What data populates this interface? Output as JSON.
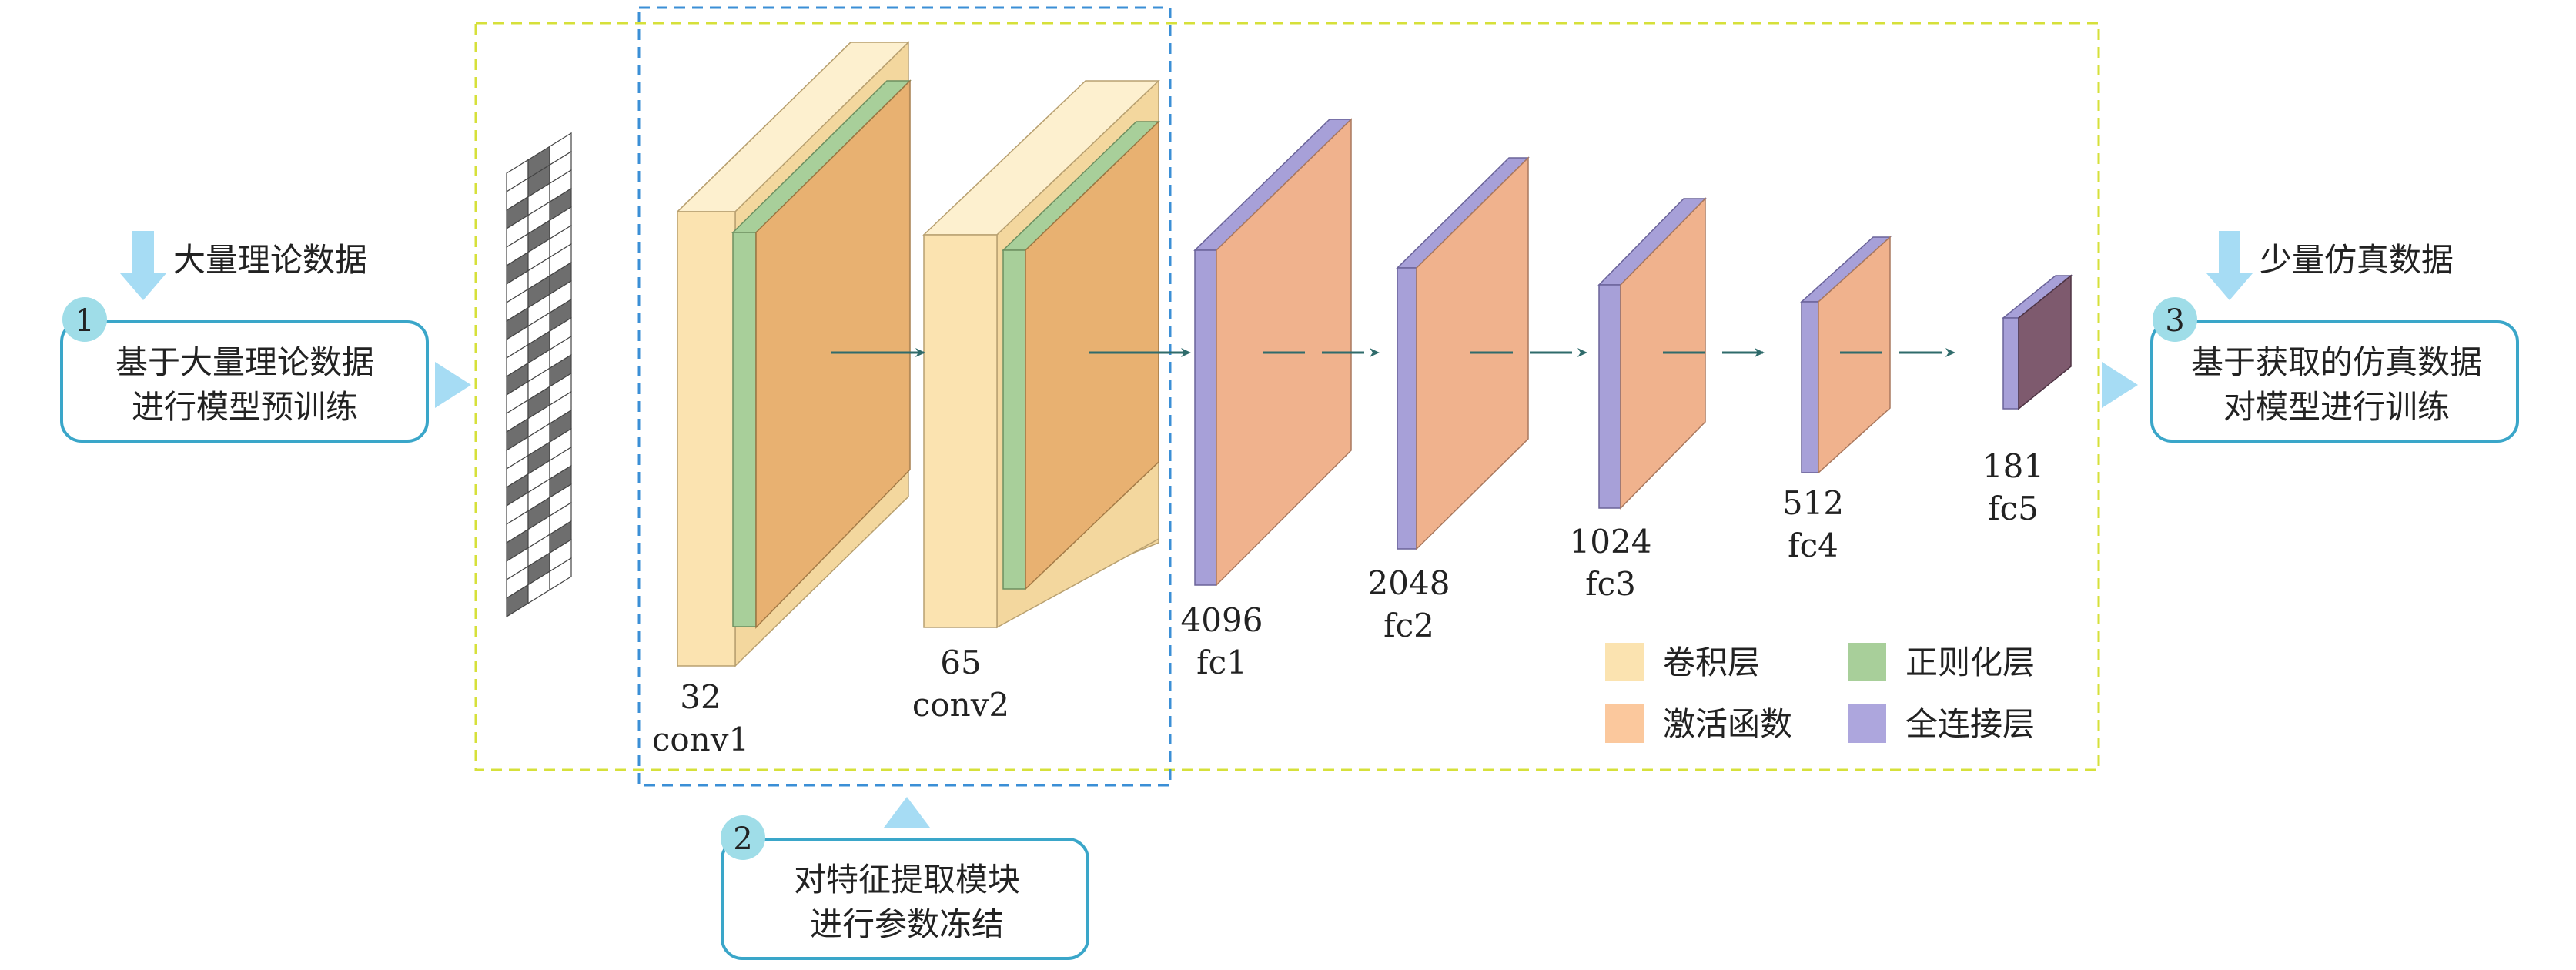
{
  "step1": {
    "badge": "1",
    "line1": "基于大量理论数据",
    "line2": "进行模型预训练"
  },
  "step2": {
    "badge": "2",
    "line1": "对特征提取模块",
    "line2": "进行参数冻结"
  },
  "step3": {
    "badge": "3",
    "line1": "基于获取的仿真数据",
    "line2": "对模型进行训练"
  },
  "input_left": {
    "label": "大量理论数据"
  },
  "input_right": {
    "label": "少量仿真数据"
  },
  "layers": [
    {
      "id": "conv1",
      "size": "32",
      "name": "conv1"
    },
    {
      "id": "conv2",
      "size": "65",
      "name": "conv2"
    },
    {
      "id": "fc1",
      "size": "4096",
      "name": "fc1"
    },
    {
      "id": "fc2",
      "size": "2048",
      "name": "fc2"
    },
    {
      "id": "fc3",
      "size": "1024",
      "name": "fc3"
    },
    {
      "id": "fc4",
      "size": "512",
      "name": "fc4"
    },
    {
      "id": "fc5",
      "size": "181",
      "name": "fc5"
    }
  ],
  "legend": [
    {
      "label": "卷积层",
      "color": "#fbe3b0"
    },
    {
      "label": "正则化层",
      "color": "#a8cf9a"
    },
    {
      "label": "激活函数",
      "color": "#fbc89d"
    },
    {
      "label": "全连接层",
      "color": "#ada6dd"
    }
  ],
  "colors": {
    "conv": "#fbe3b0",
    "norm": "#a8cf9a",
    "activation": "#e8ae6e",
    "fc_activation": "#f0b28d",
    "fc": "#a7a0d8",
    "fc5_dark": "#7e5a6e",
    "box_border": "#3aa6c9",
    "badge": "#9fdde8",
    "frame_yellow": "#d6e03a",
    "frame_blue": "#3b8fd6",
    "arrow": "#2f6b6b"
  }
}
